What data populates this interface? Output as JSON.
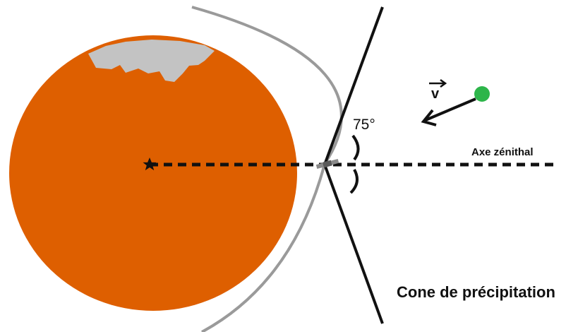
{
  "diagram": {
    "angle_label": "75°",
    "axis_label": "Axe zénithal",
    "cone_label": "Cone de précipitation",
    "velocity_label": "v"
  },
  "colors": {
    "planet": "#de5f00",
    "polar_cap": "#c3c3c3",
    "orbit": "#9a9a9a",
    "particle": "#2db54a",
    "ink": "#111111"
  },
  "icons": {
    "planet_center": "star-icon",
    "spacecraft": "satellite-icon",
    "velocity": "arrow-icon"
  }
}
